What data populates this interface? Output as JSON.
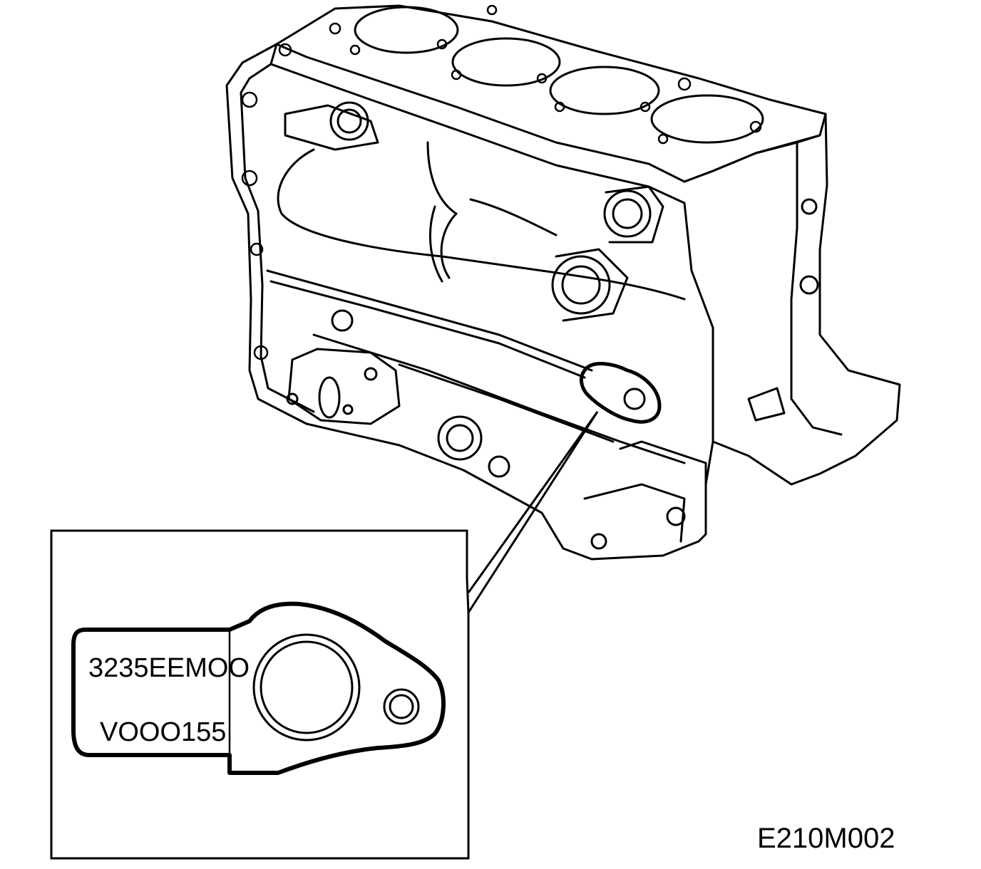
{
  "figure": {
    "id_label": "E210M002"
  },
  "gasket_detail": {
    "part_number": "3235EEMOO",
    "vendor_code": "VOOO155"
  },
  "colors": {
    "line": "#000000",
    "background": "#ffffff"
  }
}
